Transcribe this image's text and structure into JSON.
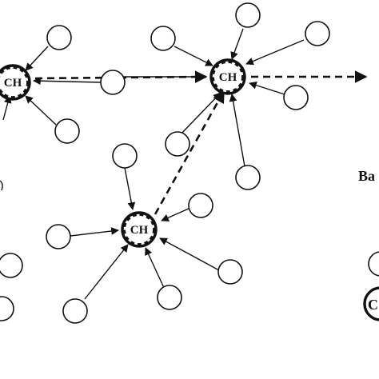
{
  "cluster_heads": [
    {
      "id": "ch-left",
      "label": "CH"
    },
    {
      "id": "ch-top",
      "label": "CH"
    },
    {
      "id": "ch-bottom",
      "label": "CH"
    }
  ],
  "partial_labels": {
    "base_station": "Ba",
    "legend_ch": "C"
  },
  "colors": {
    "stroke": "#111111",
    "fill": "#ffffff"
  }
}
